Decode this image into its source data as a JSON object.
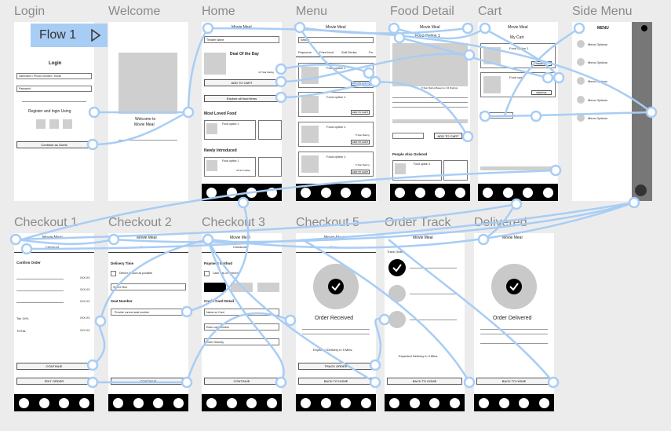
{
  "flow": {
    "label": "Flow 1"
  },
  "frames": {
    "login": "Login",
    "welcome": "Welcome",
    "home": "Home",
    "menu": "Menu",
    "food_detail": "Food Detail",
    "cart": "Cart",
    "side_menu": "Side Menu",
    "checkout1": "Checkout 1",
    "checkout2": "Checkout 2",
    "checkout3": "Checkout 3",
    "checkout5": "Checkout 5",
    "order_track": "Order Track",
    "delivered": "Delivered"
  },
  "login": {
    "heading": "Login",
    "username_placeholder": "Username / Phone number / Email",
    "password_placeholder": "Password",
    "register_text": "Register and login Using",
    "guest_button": "Continue as Guest"
  },
  "welcome": {
    "text_line1": "Welcome to",
    "text_line2": "Movie Meal"
  },
  "home": {
    "app_title": "Movie Meal",
    "search_placeholder": "Theater Name",
    "deal_title": "Deal Of the Day",
    "deal_price": "4.5 Star Rating",
    "add_to_cart": "ADD TO CART",
    "explore": "Explore all food items",
    "most_loved": "Most Loved Food",
    "food_option": "Food option 1",
    "newly_introduced": "Newly Introduced",
    "all_set_galley": "All Set Galley"
  },
  "menu": {
    "app_title": "Movie Meal",
    "search_placeholder": "Search",
    "tabs": [
      "Popcorns",
      "Fried food",
      "Soft Drinks",
      "Fa"
    ],
    "food_option": "Food option 1",
    "rating": "5 Star Rating",
    "add_to_cart": "ADD TO CART"
  },
  "food_detail": {
    "app_title": "Movie Meal",
    "food_name": "Food Option 1",
    "rating": "5 Star Rating Based on 34 Ratings",
    "add_to_cart": "ADD TO CART",
    "people_also": "People Also Ordered",
    "food_option": "Food option 1"
  },
  "cart": {
    "app_title": "Movie Meal",
    "my_cart": "My Cart",
    "food_option": "Food option 1",
    "food_option2": "Food opt",
    "remove": "REMOVE"
  },
  "side_menu": {
    "heading": "MENU",
    "items": [
      "Menu Options",
      "Menu Options",
      "Menu Options",
      "Menu Options",
      "Menu Options"
    ]
  },
  "checkout1": {
    "app_title": "Movie Meal",
    "sub_title": "Checkout",
    "confirm_order": "Confirm Order",
    "price": "XXX.XX",
    "tax": "Tax 14%",
    "total": "TOTAL",
    "continue": "CONTINUE",
    "edit_order": "EDIT ORDER"
  },
  "checkout2": {
    "app_title": "Movie Meal",
    "sub_title": "Checkout",
    "delivery_time": "Delivery Time",
    "deliver_asap": "Deliver At soon as possible",
    "select_time": "Select Time",
    "seat_number": "Seat Number",
    "seat_placeholder": "Provide current seat number",
    "continue": "CONTINUE"
  },
  "checkout3": {
    "app_title": "Movie Meal",
    "sub_title": "Checkout",
    "payment_method": "Payment Method",
    "cash_on_delivery": "Cash Pay on Delivery",
    "card_detail": "Credit Card Detail",
    "name_on_card": "Name on Card",
    "card_number": "Enter card number",
    "security": "Enter Security",
    "continue": "CONTINUE"
  },
  "checkout5": {
    "app_title": "Movie Meal",
    "sub_title": "Done",
    "order_received": "Order Received",
    "expected": "Expected Delivery in 5 Mins.",
    "track_order": "TRACK ORDER",
    "back_home": "BACK TO HOME"
  },
  "order_track": {
    "app_title": "Movie Meal",
    "track_order": "Track Order",
    "expected": "Expected Delivery in 3 Mins.",
    "back_home": "BACK TO HOME"
  },
  "delivered": {
    "app_title": "Movie Meal",
    "order_delivered": "Order Delivered",
    "back_home": "BACK TO HOME"
  },
  "colors": {
    "canvas": "#ececec",
    "wire": "#a8cdf5",
    "flow_badge": "#a8cdf5",
    "navbar": "#000000"
  }
}
